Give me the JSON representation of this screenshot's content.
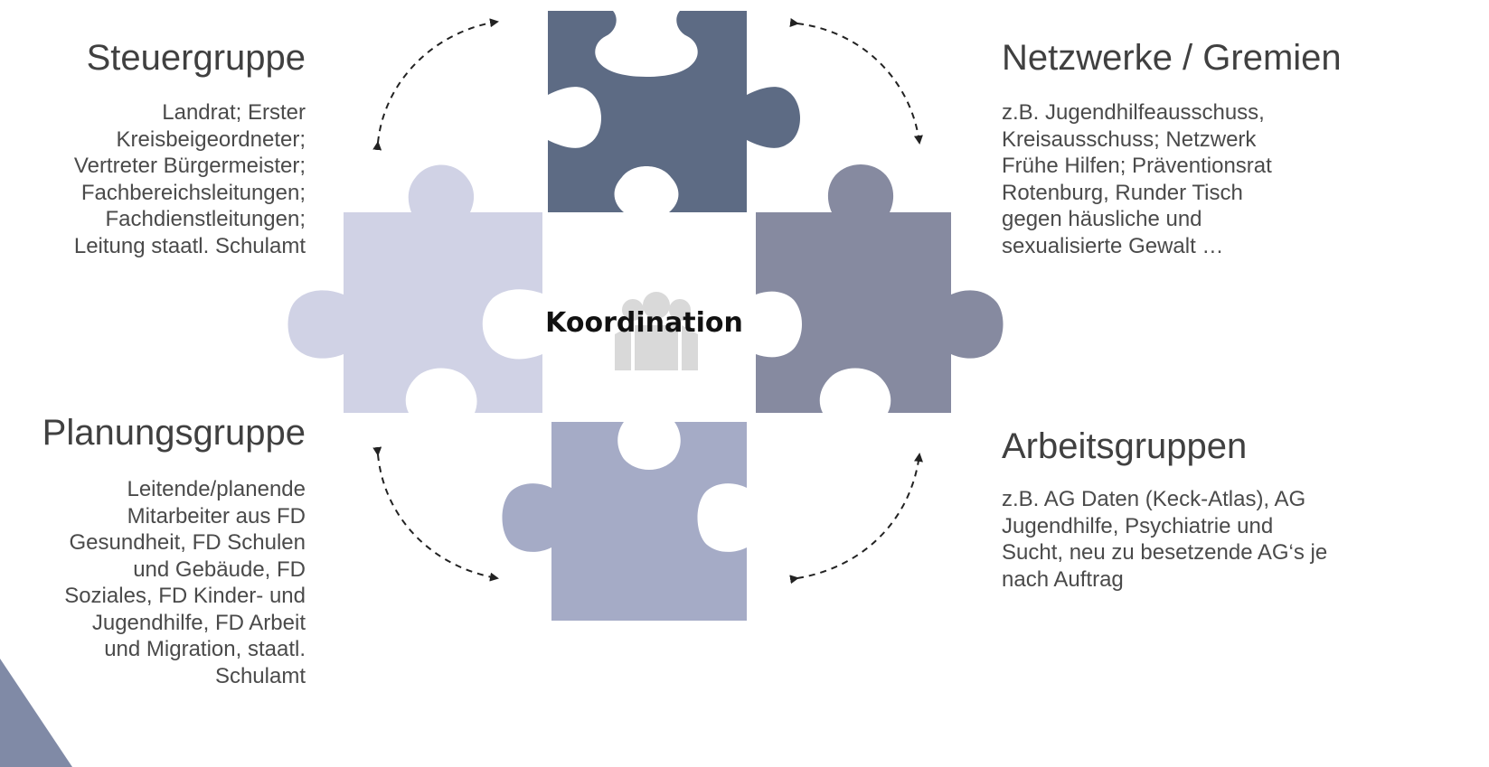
{
  "center": {
    "label": "Koordination",
    "icon": "people-group-icon"
  },
  "groups": {
    "steuergruppe": {
      "title": "Steuergruppe",
      "lines": [
        "Landrat; Erster",
        "Kreisbeigeordneter;",
        "Vertreter Bürgermeister;",
        "Fachbereichsleitungen;",
        "Fachdienstleitungen;",
        "Leitung staatl. Schulamt"
      ]
    },
    "netzwerke": {
      "title": "Netzwerke / Gremien",
      "lines": [
        "z.B. Jugendhilfeausschuss,",
        "Kreisausschuss; Netzwerk",
        "Frühe Hilfen; Präventionsrat",
        "Rotenburg, Runder Tisch",
        "gegen häusliche und",
        "sexualisierte Gewalt …"
      ]
    },
    "planungsgruppe": {
      "title": "Planungsgruppe",
      "lines": [
        "Leitende/planende",
        "Mitarbeiter aus FD",
        "Gesundheit, FD Schulen",
        "und Gebäude, FD",
        "Soziales, FD Kinder- und",
        "Jugendhilfe, FD Arbeit",
        "und Migration, staatl.",
        "Schulamt"
      ]
    },
    "arbeitsgruppen": {
      "title": "Arbeitsgruppen",
      "lines": [
        "z.B. AG Daten (Keck-Atlas), AG",
        "Jugendhilfe, Psychiatrie und",
        "Sucht, neu zu besetzende AG‘s je",
        "nach  Auftrag"
      ]
    }
  },
  "colors": {
    "piece_top": "#5d6b84",
    "piece_left": "#d0d2e5",
    "piece_right": "#868aa0",
    "piece_bottom": "#a5abc6",
    "center_icon": "#d9d9d9",
    "corner": "#808aa6",
    "arrows": "#222222"
  }
}
